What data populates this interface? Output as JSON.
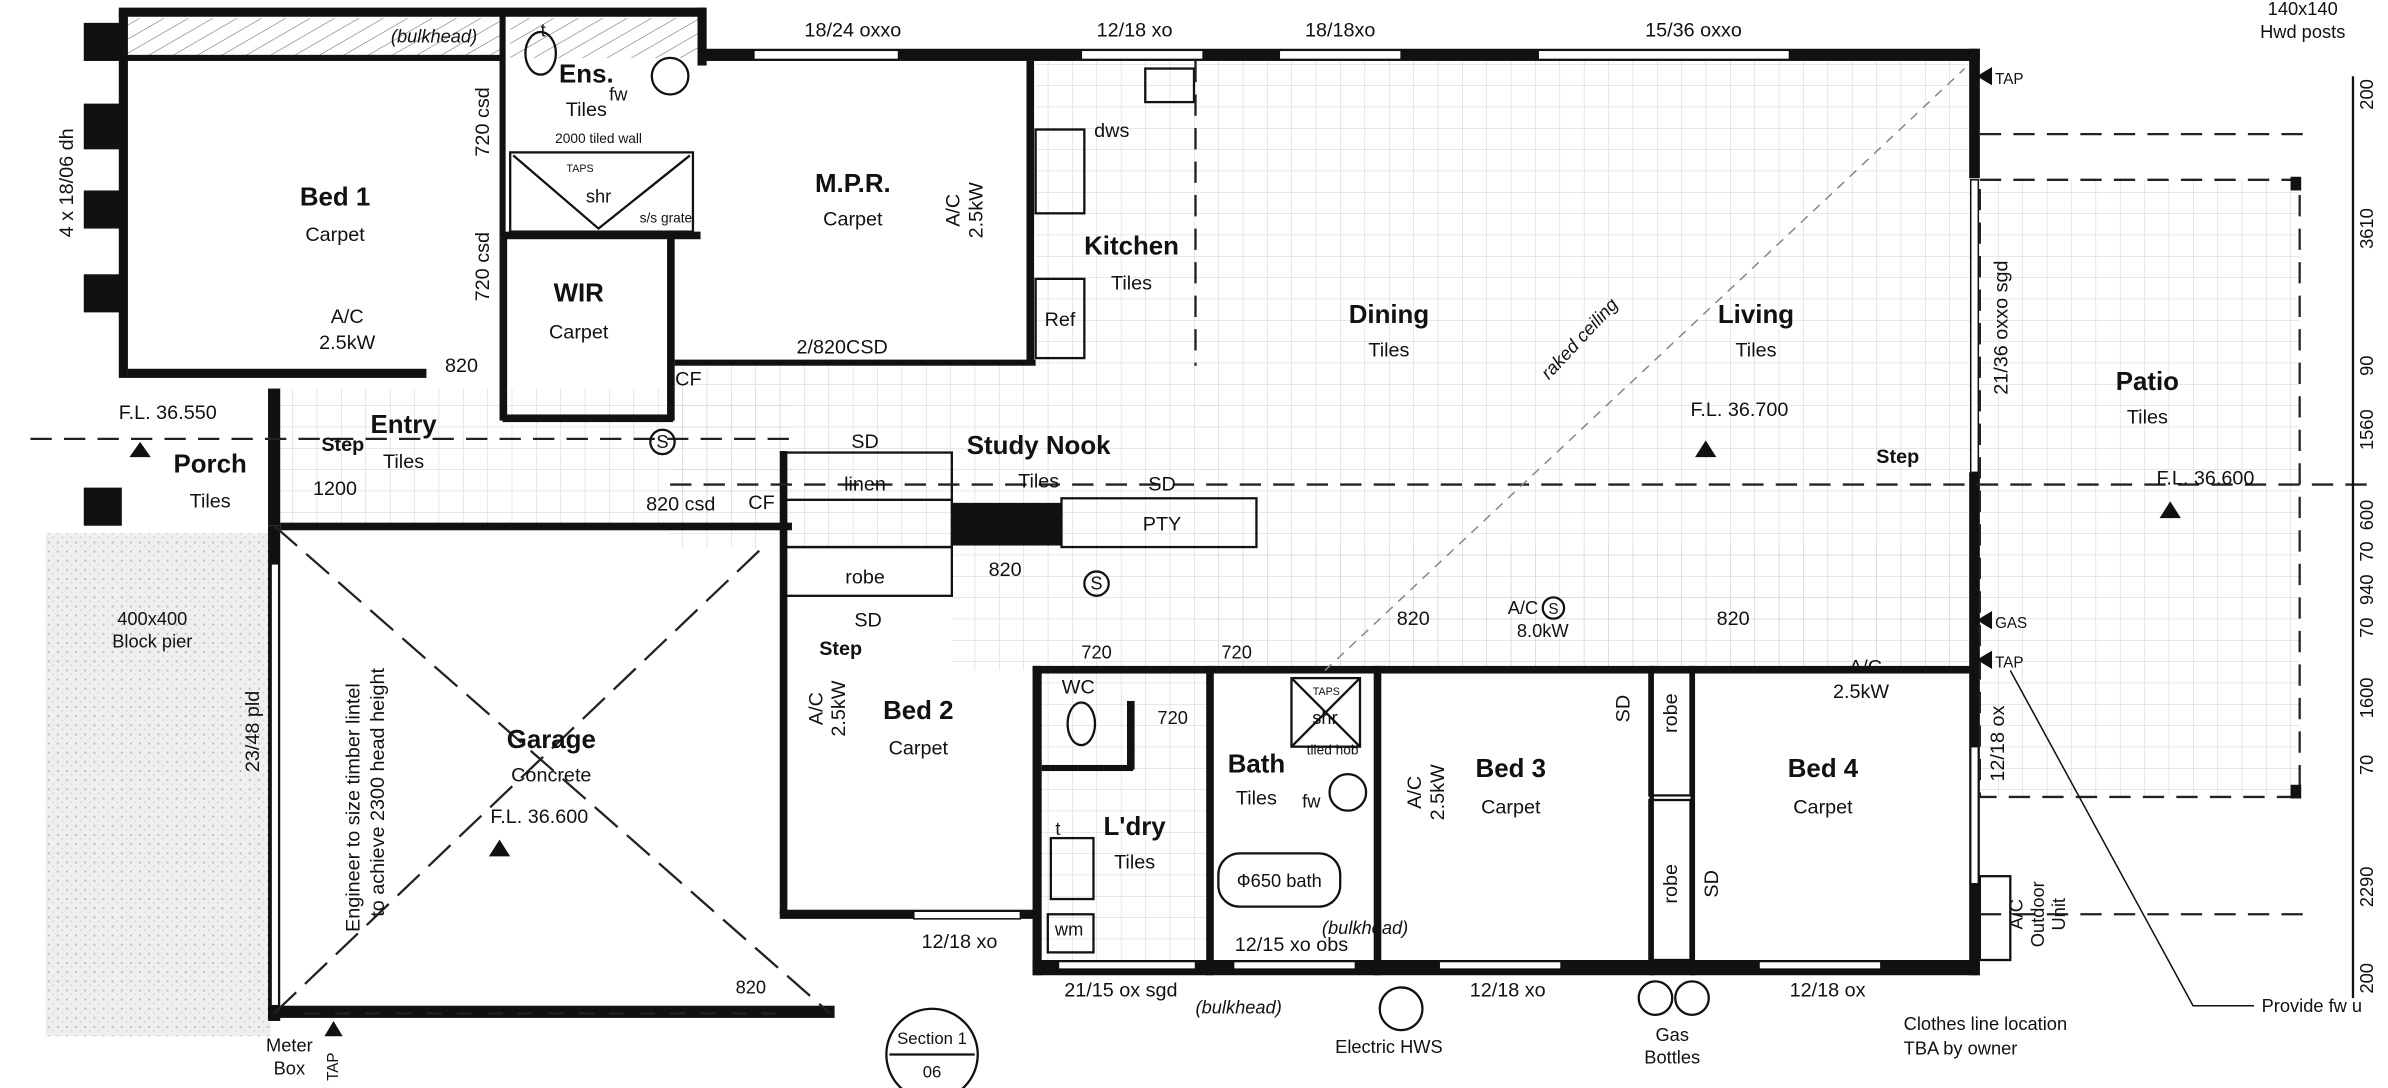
{
  "colors": {
    "wall": "#111111",
    "grid": "#cfcfcf",
    "stipple": "#e4e4e4"
  },
  "rooms": {
    "bed1": {
      "name": "Bed 1",
      "finish": "Carpet"
    },
    "ensuite": {
      "name": "Ens.",
      "finish": "Tiles"
    },
    "wir": {
      "name": "WIR",
      "finish": "Carpet"
    },
    "mpr": {
      "name": "M.P.R.",
      "finish": "Carpet"
    },
    "kitchen": {
      "name": "Kitchen",
      "finish": "Tiles"
    },
    "dining": {
      "name": "Dining",
      "finish": "Tiles"
    },
    "living": {
      "name": "Living",
      "finish": "Tiles"
    },
    "patio": {
      "name": "Patio",
      "finish": "Tiles"
    },
    "porch": {
      "name": "Porch",
      "finish": "Tiles"
    },
    "entry": {
      "name": "Entry",
      "finish": "Tiles"
    },
    "study": {
      "name": "Study Nook",
      "finish": "Tiles"
    },
    "garage": {
      "name": "Garage",
      "finish": "Concrete"
    },
    "bed2": {
      "name": "Bed 2",
      "finish": "Carpet"
    },
    "laundry": {
      "name": "L'dry",
      "finish": "Tiles"
    },
    "bath": {
      "name": "Bath",
      "finish": "Tiles"
    },
    "bed3": {
      "name": "Bed 3",
      "finish": "Carpet"
    },
    "bed4": {
      "name": "Bed 4",
      "finish": "Carpet"
    },
    "wc": {
      "name": "WC"
    }
  },
  "floor_levels": {
    "porch": "F.L. 36.550",
    "living": "F.L. 36.700",
    "patio": "F.L. 36.600",
    "garage": "F.L. 36.600"
  },
  "windows": {
    "w1": "18/24 oxxo",
    "w2": "12/18 xo",
    "w3": "18/18xo",
    "w4": "15/36 oxxo",
    "w5": "21/36 oxxo sgd",
    "w6": "4 x 18/06 dh",
    "w7": "23/48 pld",
    "w8": "12/18 xo",
    "w9": "21/15 ox sgd",
    "w10": "12/15 xo obs",
    "w11": "12/18 xo",
    "w12": "12/18 ox",
    "w13": "12/18 ox"
  },
  "labels": {
    "bulkhead": "(bulkhead)",
    "bulkhead2": "(bulkhead)",
    "bulkhead3": "(bulkhead)",
    "ens_fw": "fw",
    "ens_t": "t",
    "tiled_wall": "2000 tiled wall",
    "shr": "shr",
    "taps": "TAPS",
    "grate": "s/s grate",
    "csd1": "720 csd",
    "csd2": "720 csd",
    "ac_bed1": "A/C",
    "ac_bed1_kw": "2.5kW",
    "door820_bed1": "820",
    "ac_mpr": "A/C",
    "ac_mpr_kw": "2.5kW",
    "csd_mpr": "2/820CSD",
    "cf1": "CF",
    "cf2": "CF",
    "dws": "dws",
    "ref": "Ref",
    "raked": "raked ceiling",
    "tap1": "TAP",
    "step_living": "Step",
    "step_entry": "Step",
    "door1200": "1200",
    "csd820": "820 csd",
    "sd1": "SD",
    "sd2": "SD",
    "linen": "linen",
    "pty": "PTY",
    "robe_bed2": "robe",
    "door820_bed2": "820",
    "s1": "S",
    "s2": "S",
    "sd_bed2": "SD",
    "step_bed2": "Step",
    "ac_bed2": "A/C",
    "ac_bed2_kw": "2.5kW",
    "d720a": "720",
    "d720b": "720",
    "d720c": "720",
    "ac_main": "A/C",
    "ac_main_kw": "8.0kW",
    "door820_bed3": "820",
    "door820_bed4": "820",
    "shr2": "shr",
    "tiled_hob": "tiled hob",
    "bath_fw": "fw",
    "bath650": "Ф650 bath",
    "ac_bed3": "A/C",
    "ac_bed3_kw": "2.5kW",
    "sd_bed3": "SD",
    "robe_bed3": "robe",
    "robe_bed4": "robe",
    "sd_bed4": "SD",
    "ac_bed4": "A/C",
    "ac_bed4_kw": "2.5kW",
    "gas": "GAS",
    "tap2": "TAP",
    "t_ldry": "t",
    "wm": "wm",
    "engineer1": "Engineer to  size timber lintel",
    "engineer2": "to achieve  2300 head height",
    "door820_garage": "820",
    "pier1": "400x400",
    "pier2": "Block pier",
    "meter1": "Meter",
    "meter2": "Box",
    "tap3": "TAP",
    "section1": "Section 1",
    "section2": "06",
    "hws": "Electric HWS",
    "gas1": "Gas",
    "gas2": "Bottles",
    "clothes1": "Clothes line location",
    "clothes2": "TBA by owner",
    "ac_out1": "A/C",
    "ac_out2": "Outdoor",
    "ac_out3": "Unit",
    "posts1": "140x140",
    "posts2": "Hwd posts",
    "provide": "Provide fw u"
  },
  "dimensions": [
    "200",
    "3610",
    "90",
    "1560",
    "600",
    "70",
    "940",
    "70",
    "1600",
    "70",
    "2290",
    "200"
  ]
}
